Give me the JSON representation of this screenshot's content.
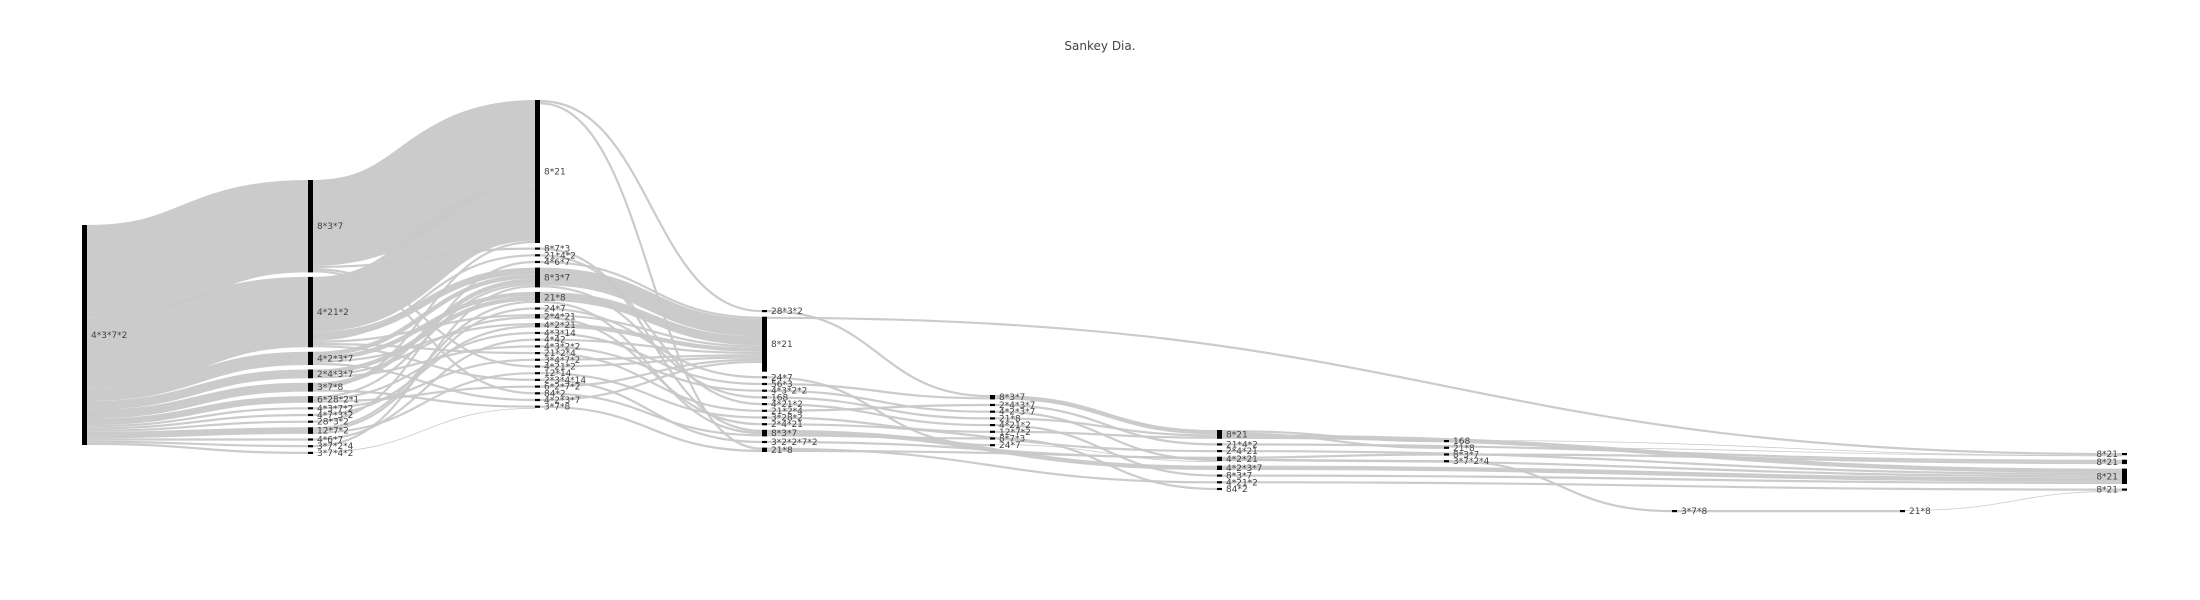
{
  "chart_data": {
    "type": "sankey",
    "title": "Sankey Dia.",
    "colors": {
      "node": "#000000",
      "link": "#c8c8c8",
      "text": "#444444",
      "background": "#ffffff"
    },
    "columns": [
      [
        {
          "id": "c0_0",
          "label": "4*3*7*2",
          "value": 200
        }
      ],
      [
        {
          "id": "c1_0",
          "label": "8*3*7",
          "value": 84
        },
        {
          "id": "c1_1",
          "label": "4*21*2",
          "value": 64
        },
        {
          "id": "c1_2",
          "label": "4*2*3*7",
          "value": 12
        },
        {
          "id": "c1_3",
          "label": "2*4*3*7",
          "value": 8
        },
        {
          "id": "c1_4",
          "label": "3*7*8",
          "value": 8
        },
        {
          "id": "c1_5",
          "label": "6*28*2*1",
          "value": 6
        },
        {
          "id": "c1_6",
          "label": "4*3*7*2",
          "value": 2
        },
        {
          "id": "c1_7",
          "label": "4*7*3*2",
          "value": 2
        },
        {
          "id": "c1_8",
          "label": "28*3*2",
          "value": 2
        },
        {
          "id": "c1_9",
          "label": "12*7*2",
          "value": 6
        },
        {
          "id": "c1_10",
          "label": "4*6*7",
          "value": 2
        },
        {
          "id": "c1_11",
          "label": "3*7*2*4",
          "value": 2
        },
        {
          "id": "c1_12",
          "label": "3*7*4*2",
          "value": 2
        }
      ],
      [
        {
          "id": "c2_0",
          "label": "8*21",
          "value": 130
        },
        {
          "id": "c2_1",
          "label": "8*7*3",
          "value": 2
        },
        {
          "id": "c2_2",
          "label": "21*4*2",
          "value": 2
        },
        {
          "id": "c2_3",
          "label": "4*6*7",
          "value": 2
        },
        {
          "id": "c2_4",
          "label": "8*3*7",
          "value": 18
        },
        {
          "id": "c2_5",
          "label": "21*8",
          "value": 10
        },
        {
          "id": "c2_6",
          "label": "24*7",
          "value": 2
        },
        {
          "id": "c2_7",
          "label": "2*4*21",
          "value": 4
        },
        {
          "id": "c2_8",
          "label": "4*2*21",
          "value": 4
        },
        {
          "id": "c2_9",
          "label": "4*3*14",
          "value": 2
        },
        {
          "id": "c2_10",
          "label": "4*42",
          "value": 2
        },
        {
          "id": "c2_11",
          "label": "4*3*2*2",
          "value": 2
        },
        {
          "id": "c2_12",
          "label": "21*2*4",
          "value": 2
        },
        {
          "id": "c2_13",
          "label": "3*4*7*2",
          "value": 2
        },
        {
          "id": "c2_14",
          "label": "4*21*2",
          "value": 2
        },
        {
          "id": "c2_15",
          "label": "12*14",
          "value": 2
        },
        {
          "id": "c2_16",
          "label": "2*3*4*14",
          "value": 2
        },
        {
          "id": "c2_17",
          "label": "6*2*7*2",
          "value": 2
        },
        {
          "id": "c2_18",
          "label": "84*2",
          "value": 2
        },
        {
          "id": "c2_19",
          "label": "4*2*3*7",
          "value": 2
        },
        {
          "id": "c2_20",
          "label": "3*7*8",
          "value": 2
        }
      ],
      [
        {
          "id": "c3_0",
          "label": "28*3*2",
          "value": 2
        },
        {
          "id": "c3_1",
          "label": "8*21",
          "value": 50
        },
        {
          "id": "c3_2",
          "label": "24*7",
          "value": 2
        },
        {
          "id": "c3_3",
          "label": "56*3",
          "value": 2
        },
        {
          "id": "c3_4",
          "label": "4*3*2*2",
          "value": 2
        },
        {
          "id": "c3_5",
          "label": "168",
          "value": 2
        },
        {
          "id": "c3_6",
          "label": "4*21*2",
          "value": 2
        },
        {
          "id": "c3_7",
          "label": "21*2*4",
          "value": 2
        },
        {
          "id": "c3_8",
          "label": "3*28*2",
          "value": 2
        },
        {
          "id": "c3_9",
          "label": "2*4*21",
          "value": 2
        },
        {
          "id": "c3_10",
          "label": "8*3*7",
          "value": 6
        },
        {
          "id": "c3_11",
          "label": "3*2*2*7*2",
          "value": 2
        },
        {
          "id": "c3_12",
          "label": "21*8",
          "value": 4
        }
      ],
      [
        {
          "id": "c4_0",
          "label": "8*3*7",
          "value": 4
        },
        {
          "id": "c4_1",
          "label": "2*4*3*7",
          "value": 2
        },
        {
          "id": "c4_2",
          "label": "4*2*3*7",
          "value": 2
        },
        {
          "id": "c4_3",
          "label": "21*8",
          "value": 2
        },
        {
          "id": "c4_4",
          "label": "4*21*2",
          "value": 2
        },
        {
          "id": "c4_5",
          "label": "12*7*2",
          "value": 2
        },
        {
          "id": "c4_6",
          "label": "8*7*3",
          "value": 2
        },
        {
          "id": "c4_7",
          "label": "24*7",
          "value": 2
        }
      ],
      [
        {
          "id": "c5_0",
          "label": "8*21",
          "value": 8
        },
        {
          "id": "c5_1",
          "label": "21*4*2",
          "value": 2
        },
        {
          "id": "c5_2",
          "label": "2*4*21",
          "value": 2
        },
        {
          "id": "c5_3",
          "label": "4*2*21",
          "value": 4
        },
        {
          "id": "c5_4",
          "label": "4*2*3*7",
          "value": 4
        },
        {
          "id": "c5_5",
          "label": "8*3*7",
          "value": 2
        },
        {
          "id": "c5_6",
          "label": "4*21*2",
          "value": 2
        },
        {
          "id": "c5_7",
          "label": "84*2",
          "value": 2
        }
      ],
      [
        {
          "id": "c6_0",
          "label": "168",
          "value": 2
        },
        {
          "id": "c6_1",
          "label": "21*8",
          "value": 2
        },
        {
          "id": "c6_2",
          "label": "8*3*7",
          "value": 2
        },
        {
          "id": "c6_3",
          "label": "3*7*2*4",
          "value": 2
        }
      ],
      [
        {
          "id": "c7_0",
          "label": "3*7*8",
          "value": 2
        }
      ],
      [
        {
          "id": "c8_0",
          "label": "21*8",
          "value": 2
        }
      ],
      [
        {
          "id": "c9_0",
          "label": "8*21",
          "value": 2
        },
        {
          "id": "c9_1",
          "label": "8*21",
          "value": 4
        },
        {
          "id": "c9_2",
          "label": "8*21",
          "value": 14
        },
        {
          "id": "c9_3",
          "label": "8*21",
          "value": 2
        }
      ]
    ],
    "links": [
      {
        "source": "c0_0",
        "target": "c1_0",
        "value": 84
      },
      {
        "source": "c0_0",
        "target": "c1_1",
        "value": 64
      },
      {
        "source": "c0_0",
        "target": "c1_2",
        "value": 12
      },
      {
        "source": "c0_0",
        "target": "c1_3",
        "value": 8
      },
      {
        "source": "c0_0",
        "target": "c1_4",
        "value": 8
      },
      {
        "source": "c0_0",
        "target": "c1_5",
        "value": 6
      },
      {
        "source": "c0_0",
        "target": "c1_6",
        "value": 2
      },
      {
        "source": "c0_0",
        "target": "c1_7",
        "value": 2
      },
      {
        "source": "c0_0",
        "target": "c1_8",
        "value": 2
      },
      {
        "source": "c0_0",
        "target": "c1_9",
        "value": 6
      },
      {
        "source": "c0_0",
        "target": "c1_10",
        "value": 2
      },
      {
        "source": "c0_0",
        "target": "c1_11",
        "value": 2
      },
      {
        "source": "c0_0",
        "target": "c1_12",
        "value": 2
      },
      {
        "source": "c1_0",
        "target": "c2_0",
        "value": 78
      },
      {
        "source": "c1_0",
        "target": "c2_1",
        "value": 2
      },
      {
        "source": "c1_0",
        "target": "c2_14",
        "value": 2
      },
      {
        "source": "c1_0",
        "target": "c2_18",
        "value": 2
      },
      {
        "source": "c1_1",
        "target": "c2_0",
        "value": 50
      },
      {
        "source": "c1_1",
        "target": "c2_4",
        "value": 6
      },
      {
        "source": "c1_1",
        "target": "c2_2",
        "value": 2
      },
      {
        "source": "c1_1",
        "target": "c2_7",
        "value": 2
      },
      {
        "source": "c1_1",
        "target": "c2_12",
        "value": 2
      },
      {
        "source": "c1_1",
        "target": "c2_16",
        "value": 2
      },
      {
        "source": "c1_2",
        "target": "c2_4",
        "value": 4
      },
      {
        "source": "c1_2",
        "target": "c2_5",
        "value": 4
      },
      {
        "source": "c1_2",
        "target": "c2_8",
        "value": 2
      },
      {
        "source": "c1_2",
        "target": "c2_19",
        "value": 2
      },
      {
        "source": "c1_3",
        "target": "c2_5",
        "value": 4
      },
      {
        "source": "c1_3",
        "target": "c2_7",
        "value": 2
      },
      {
        "source": "c1_3",
        "target": "c2_11",
        "value": 2
      },
      {
        "source": "c1_4",
        "target": "c2_4",
        "value": 4
      },
      {
        "source": "c1_4",
        "target": "c2_0",
        "value": 2
      },
      {
        "source": "c1_4",
        "target": "c2_20",
        "value": 2
      },
      {
        "source": "c1_5",
        "target": "c2_4",
        "value": 2
      },
      {
        "source": "c1_5",
        "target": "c2_9",
        "value": 2
      },
      {
        "source": "c1_5",
        "target": "c2_17",
        "value": 2
      },
      {
        "source": "c1_6",
        "target": "c2_13",
        "value": 2
      },
      {
        "source": "c1_7",
        "target": "c2_8",
        "value": 2
      },
      {
        "source": "c1_8",
        "target": "c2_3",
        "value": 2
      },
      {
        "source": "c1_9",
        "target": "c2_5",
        "value": 2
      },
      {
        "source": "c1_9",
        "target": "c2_6",
        "value": 2
      },
      {
        "source": "c1_9",
        "target": "c2_15",
        "value": 2
      },
      {
        "source": "c1_10",
        "target": "c2_10",
        "value": 2
      },
      {
        "source": "c1_11",
        "target": "c2_4",
        "value": 2
      },
      {
        "source": "c1_12",
        "target": "c2_20",
        "value": 0.1
      },
      {
        "source": "c2_0",
        "target": "c3_0",
        "value": 2
      },
      {
        "source": "c2_0",
        "target": "c3_12",
        "value": 2
      },
      {
        "source": "c2_1",
        "target": "c3_10",
        "value": 2
      },
      {
        "source": "c2_2",
        "target": "c3_6",
        "value": 2
      },
      {
        "source": "c2_3",
        "target": "c3_1",
        "value": 2
      },
      {
        "source": "c2_4",
        "target": "c3_1",
        "value": 16
      },
      {
        "source": "c2_4",
        "target": "c3_5",
        "value": 2
      },
      {
        "source": "c2_5",
        "target": "c3_1",
        "value": 8
      },
      {
        "source": "c2_5",
        "target": "c3_10",
        "value": 2
      },
      {
        "source": "c2_6",
        "target": "c3_2",
        "value": 2
      },
      {
        "source": "c2_7",
        "target": "c3_1",
        "value": 2
      },
      {
        "source": "c2_7",
        "target": "c3_9",
        "value": 2
      },
      {
        "source": "c2_8",
        "target": "c3_1",
        "value": 4
      },
      {
        "source": "c2_9",
        "target": "c3_3",
        "value": 2
      },
      {
        "source": "c2_10",
        "target": "c3_1",
        "value": 2
      },
      {
        "source": "c2_11",
        "target": "c3_4",
        "value": 2
      },
      {
        "source": "c2_12",
        "target": "c3_7",
        "value": 2
      },
      {
        "source": "c2_13",
        "target": "c3_1",
        "value": 2
      },
      {
        "source": "c2_14",
        "target": "c3_1",
        "value": 2
      },
      {
        "source": "c2_15",
        "target": "c3_8",
        "value": 2
      },
      {
        "source": "c2_16",
        "target": "c3_11",
        "value": 2
      },
      {
        "source": "c2_17",
        "target": "c3_1",
        "value": 2
      },
      {
        "source": "c2_18",
        "target": "c3_10",
        "value": 2
      },
      {
        "source": "c2_19",
        "target": "c3_1",
        "value": 2
      },
      {
        "source": "c2_20",
        "target": "c3_12",
        "value": 2
      },
      {
        "source": "c3_0",
        "target": "c4_0",
        "value": 2
      },
      {
        "source": "c3_1",
        "target": "c9_0",
        "value": 2
      },
      {
        "source": "c3_2",
        "target": "c4_7",
        "value": 2
      },
      {
        "source": "c3_3",
        "target": "c4_0",
        "value": 2
      },
      {
        "source": "c3_4",
        "target": "c4_2",
        "value": 2
      },
      {
        "source": "c3_5",
        "target": "c4_3",
        "value": 2
      },
      {
        "source": "c3_6",
        "target": "c4_4",
        "value": 2
      },
      {
        "source": "c3_7",
        "target": "c4_1",
        "value": 2
      },
      {
        "source": "c3_8",
        "target": "c4_5",
        "value": 2
      },
      {
        "source": "c3_9",
        "target": "c5_2",
        "value": 2
      },
      {
        "source": "c3_10",
        "target": "c5_4",
        "value": 4
      },
      {
        "source": "c3_10",
        "target": "c4_6",
        "value": 2
      },
      {
        "source": "c3_11",
        "target": "c5_3",
        "value": 2
      },
      {
        "source": "c3_12",
        "target": "c5_6",
        "value": 2
      },
      {
        "source": "c3_12",
        "target": "c6_3",
        "value": 2
      },
      {
        "source": "c4_0",
        "target": "c5_0",
        "value": 4
      },
      {
        "source": "c4_1",
        "target": "c5_1",
        "value": 2
      },
      {
        "source": "c4_2",
        "target": "c5_3",
        "value": 2
      },
      {
        "source": "c4_3",
        "target": "c5_0",
        "value": 2
      },
      {
        "source": "c4_4",
        "target": "c5_5",
        "value": 2
      },
      {
        "source": "c4_5",
        "target": "c5_0",
        "value": 2
      },
      {
        "source": "c4_6",
        "target": "c5_7",
        "value": 2
      },
      {
        "source": "c4_7",
        "target": "c5_3",
        "value": 0.1
      },
      {
        "source": "c5_0",
        "target": "c6_0",
        "value": 2
      },
      {
        "source": "c5_0",
        "target": "c6_1",
        "value": 2
      },
      {
        "source": "c5_0",
        "target": "c9_2",
        "value": 4
      },
      {
        "source": "c5_1",
        "target": "c9_1",
        "value": 2
      },
      {
        "source": "c5_2",
        "target": "c9_2",
        "value": 2
      },
      {
        "source": "c5_3",
        "target": "c6_2",
        "value": 2
      },
      {
        "source": "c5_3",
        "target": "c9_2",
        "value": 2
      },
      {
        "source": "c5_4",
        "target": "c9_2",
        "value": 4
      },
      {
        "source": "c5_5",
        "target": "c9_2",
        "value": 2
      },
      {
        "source": "c5_6",
        "target": "c9_3",
        "value": 2
      },
      {
        "source": "c6_0",
        "target": "c9_0",
        "value": 0.1
      },
      {
        "source": "c6_1",
        "target": "c9_0",
        "value": 0.1
      },
      {
        "source": "c6_2",
        "target": "c9_1",
        "value": 2
      },
      {
        "source": "c6_3",
        "target": "c7_0",
        "value": 2
      },
      {
        "source": "c7_0",
        "target": "c8_0",
        "value": 2
      },
      {
        "source": "c8_0",
        "target": "c9_3",
        "value": 0.1
      }
    ]
  }
}
